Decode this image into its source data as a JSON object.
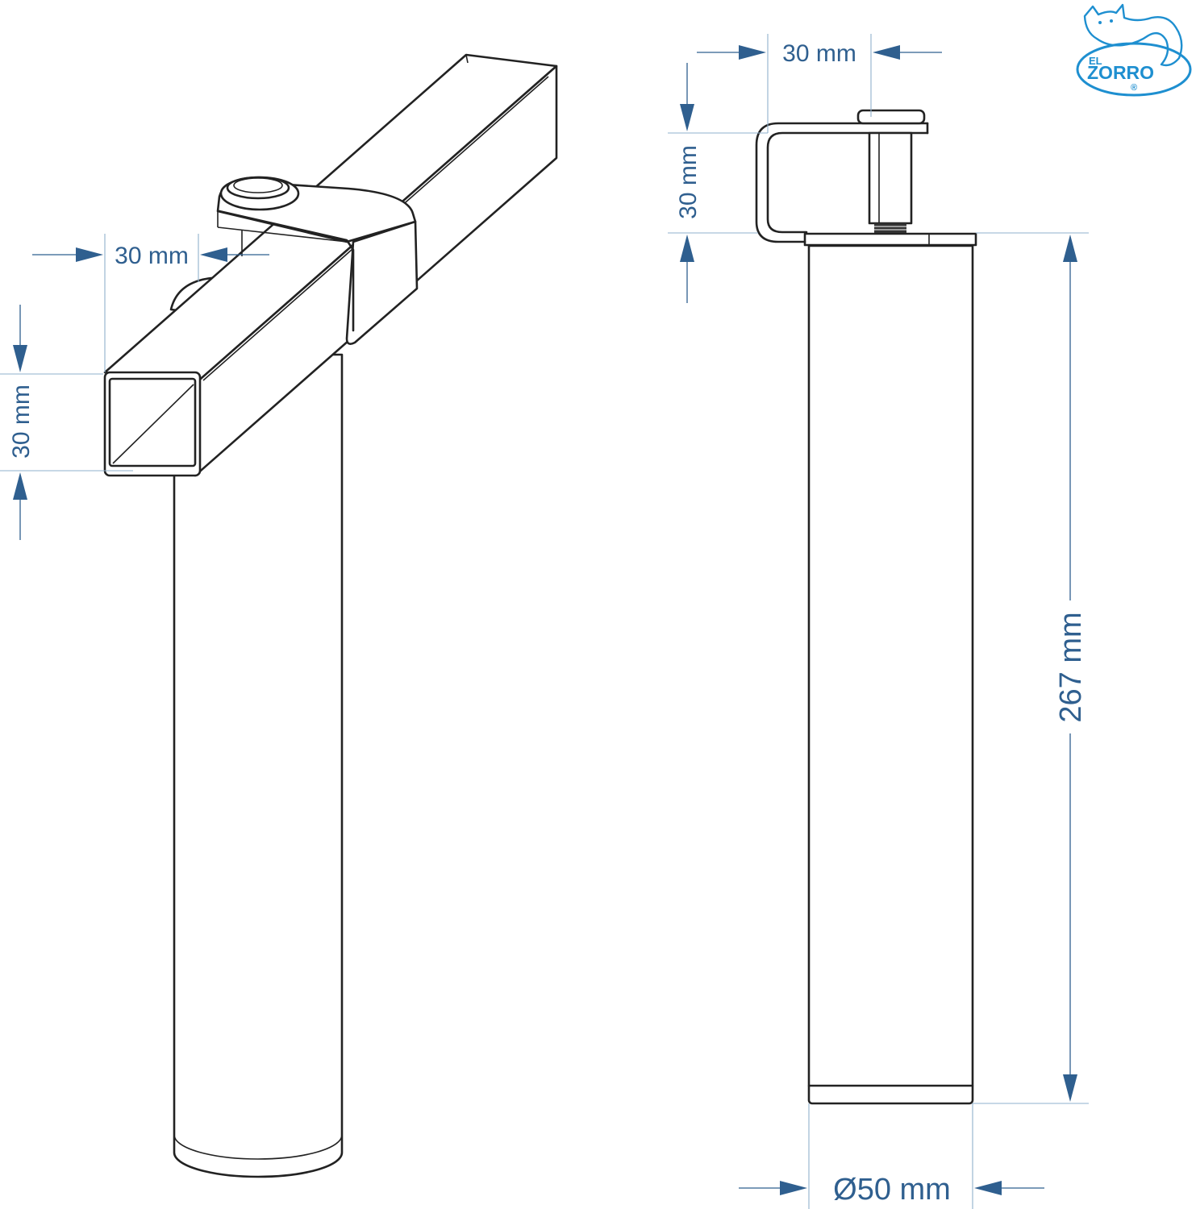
{
  "dimensions": {
    "left_width": "30 mm",
    "left_height": "30 mm",
    "right_width": "30 mm",
    "right_height": "30 mm",
    "length": "267 mm",
    "diameter": "Ø50 mm"
  },
  "logo": {
    "line1": "EL",
    "line2": "ZORRO",
    "mark": "®"
  },
  "colors": {
    "dimension": "#2f5f8f",
    "outline": "#222222",
    "logo": "#1e8fd0"
  }
}
